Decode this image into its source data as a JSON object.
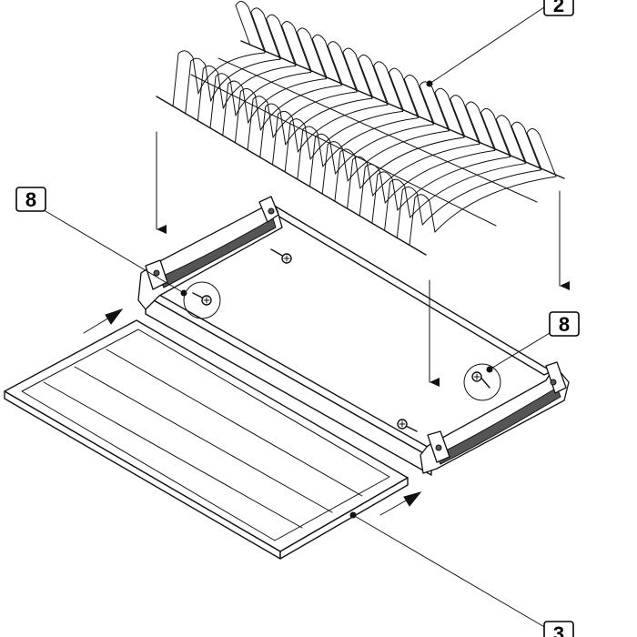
{
  "callouts": {
    "rack_label": "2",
    "left_bracket_label": "8",
    "right_bracket_label": "8",
    "tray_label": "3"
  }
}
